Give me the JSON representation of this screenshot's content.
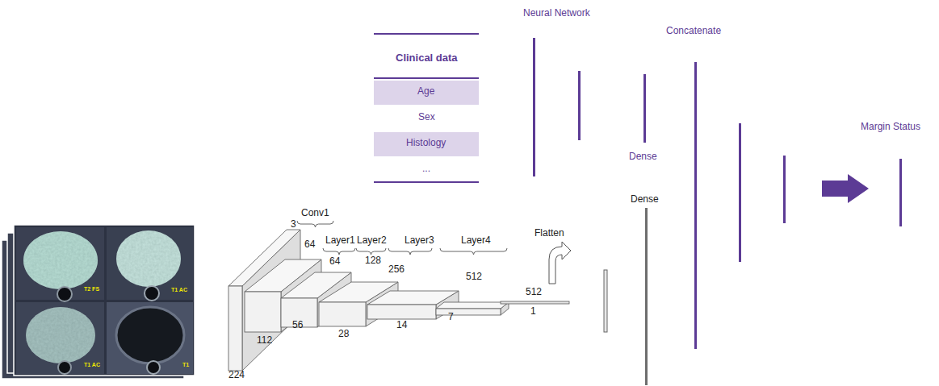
{
  "diagram": {
    "labels": [
      "Neural Network",
      "Concatenate",
      "Clinical data",
      "Age",
      "Sex",
      "Histology",
      "...",
      "Margin Status",
      "Dense",
      "Dense",
      "3",
      "Conv1",
      "64",
      "Layer1",
      "Layer2",
      "64",
      "128",
      "Layer3",
      "256",
      "Layer4",
      "512",
      "Flatten",
      "512",
      "1",
      "224",
      "112",
      "56",
      "28",
      "14",
      "7",
      "T2 FS",
      "T1 AC",
      "T1 AC",
      "T1"
    ]
  }
}
